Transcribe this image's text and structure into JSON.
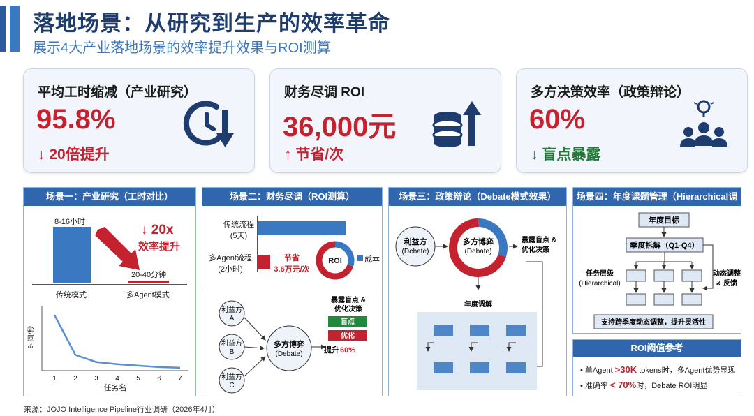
{
  "header": {
    "title": "落地场景：从研究到生产的效率革命",
    "subtitle": "展示4大产业落地场景的效率提升效果与ROI测算"
  },
  "kpis": [
    {
      "title": "平均工时缩减（产业研究）",
      "value": "95.8%",
      "sub": "↓ 20倍提升",
      "icon": "clock-down-arrow-icon"
    },
    {
      "title": "财务尽调 ROI",
      "value": "36,000元",
      "sub": "↑ 节省/次",
      "icon": "coins-up-arrow-icon"
    },
    {
      "title": "多方决策效率（政策辩论）",
      "value": "60%",
      "sub": "↓ 盲点暴露",
      "icon": "team-idea-icon"
    }
  ],
  "colors": {
    "red": "#c4222e",
    "green": "#1e7a34",
    "blue": "#3a78c2",
    "dark_blue": "#1f3c6e",
    "header_blue": "#2f66ad"
  },
  "panel1": {
    "title": "场景一：产业研究（工时对比）",
    "bar_traditional_value": "8-16小时",
    "bar_agent_value": "20-40分钟",
    "bar_traditional_label": "传统模式",
    "bar_agent_label": "多Agent模式",
    "callout_line1": "↓ 20x",
    "callout_line2": "效率提升",
    "line_ylabel": "时间/秒",
    "line_xlabel": "任务名",
    "line_xticks": [
      "1",
      "2",
      "3",
      "4",
      "5",
      "6",
      "7"
    ]
  },
  "panel2": {
    "title": "场景二：财务尽调（ROI测算）",
    "row1_label_1": "传统流程",
    "row1_label_2": "(5天)",
    "row2_label_1": "多Agent流程",
    "row2_label_2": "(2小时)",
    "save_1": "节省",
    "save_2": "3.6万元/次",
    "donut_center": "ROI",
    "legend": "成本",
    "stake_a_1": "利益方",
    "stake_a_2": "A",
    "stake_b_1": "利益方",
    "stake_b_2": "B",
    "stake_c_1": "利益方",
    "stake_c_2": "C",
    "hub_1": "多方博弈",
    "hub_2": "(Debate)",
    "out_1": "暴露盲点 &",
    "out_2": "优化决策",
    "btn_green": "盲点",
    "btn_red": "优化",
    "lift_prefix": "提升",
    "lift_value": "60%"
  },
  "panel3": {
    "title": "场景三：政策辩论（Debate模式效果）",
    "stake_1": "利益方",
    "stake_2": "(Debate)",
    "hub_1": "多方博弈",
    "hub_2": "(Debate)",
    "out_1": "暴露盲点 &",
    "out_2": "优化决策",
    "annual": "年度调解"
  },
  "panel4": {
    "title": "场景四：年度课题管理（Hierarchical调整）",
    "top": "年度目标",
    "quarter": "季度拆解（Q1-Q4）",
    "layer_1": "任务层级",
    "layer_2": "(Hierarchical)",
    "dyn_1": "动态调整",
    "dyn_2": "& 反馈",
    "bottom": "支持跨季度动态调整，提升灵活性"
  },
  "roi": {
    "title": "ROI阈值参考",
    "l1_pre": "• 单Agent ",
    "l1_red": ">30K",
    "l1_post": " tokens时，多Agent优势显现",
    "l2_pre": "• 准确率 ",
    "l2_red": "< 70%",
    "l2_post": "时，Debate ROI明显"
  },
  "source": "来源：JOJO Intelligence Pipeline行业调研（2026年4月）",
  "chart_data": [
    {
      "type": "bar",
      "categories": [
        "传统模式",
        "多Agent模式"
      ],
      "data_labels": [
        "8-16小时",
        "20-40分钟"
      ],
      "values": [
        12,
        0.5
      ]
    },
    {
      "type": "line",
      "xlabel": "任务名",
      "ylabel": "时间/秒",
      "x": [
        1,
        2,
        3,
        4,
        5,
        6,
        7
      ],
      "y": [
        78,
        22,
        12,
        9,
        7,
        5,
        4
      ],
      "ylim": [
        0,
        90
      ]
    },
    {
      "type": "bar",
      "categories": [
        "传统流程(5天)",
        "多Agent流程(2小时)"
      ],
      "values": [
        120,
        2
      ]
    },
    {
      "type": "pie",
      "labels": [
        "成本",
        "ROI"
      ],
      "values": [
        30,
        70
      ]
    }
  ]
}
